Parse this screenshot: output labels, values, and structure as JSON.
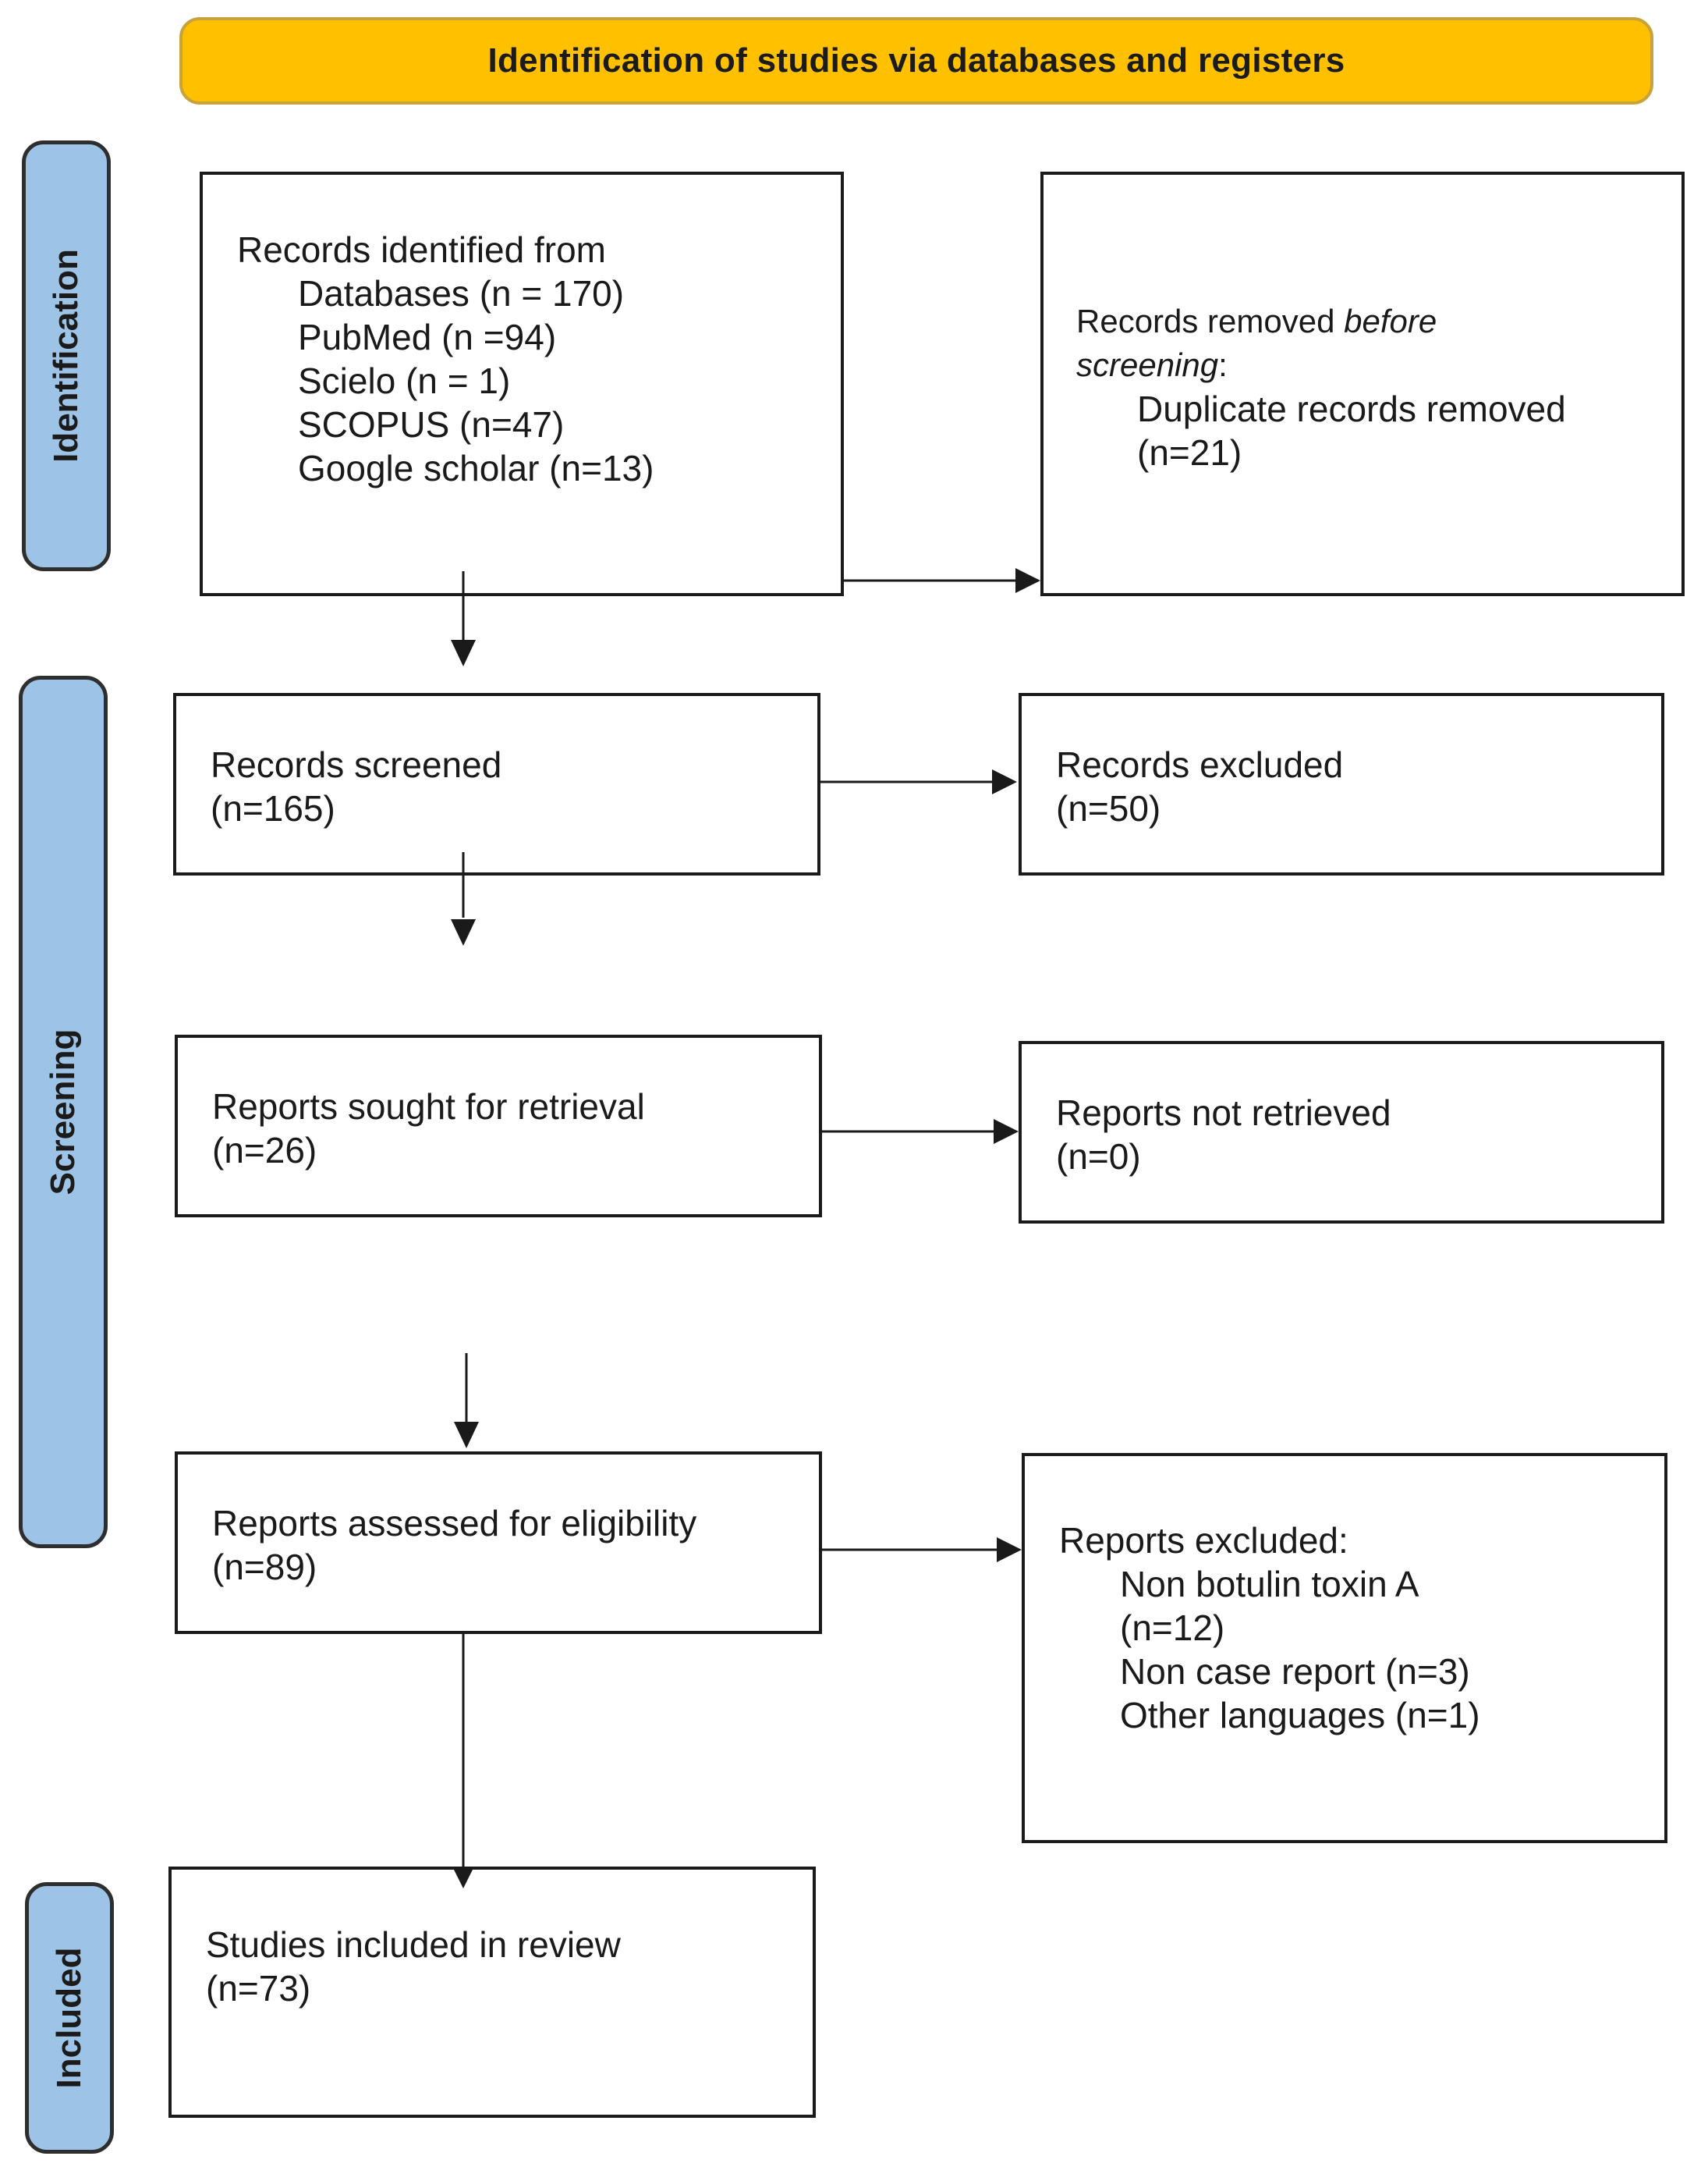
{
  "header": {
    "title": "Identification of studies via databases and registers"
  },
  "phases": {
    "identification": "Identification",
    "screening": "Screening",
    "included": "Included"
  },
  "boxes": {
    "records_identified": {
      "title": "Records identified from",
      "items": [
        "Databases (n = 170)",
        "PubMed (n =94)",
        "Scielo (n = 1)",
        "SCOPUS (n=47)",
        "Google scholar (n=13)"
      ]
    },
    "records_removed": {
      "title_prefix": "Records removed ",
      "title_emph": "before screening",
      "title_suffix": ":",
      "items": [
        "Duplicate records removed",
        "(n=21)"
      ]
    },
    "records_screened": {
      "title": "Records screened",
      "count": "(n=165)"
    },
    "records_excluded": {
      "title": "Records excluded",
      "count": "(n=50)"
    },
    "reports_sought": {
      "title": "Reports sought for retrieval",
      "count": "(n=26)"
    },
    "reports_not_retrieved": {
      "title": "Reports not retrieved",
      "count": "(n=0)"
    },
    "reports_assessed": {
      "title": "Reports assessed for eligibility",
      "count": "(n=89)"
    },
    "reports_excluded": {
      "title": "Reports excluded:",
      "items": [
        "Non botulin toxin A",
        "(n=12)",
        "Non case report (n=3)",
        "Other languages (n=1)"
      ]
    },
    "studies_included": {
      "title": "Studies included in review",
      "count": "(n=73)"
    }
  },
  "colors": {
    "header_fill": "#ffc000",
    "phase_fill": "#9dc3e6",
    "border": "#1a1a1a"
  }
}
